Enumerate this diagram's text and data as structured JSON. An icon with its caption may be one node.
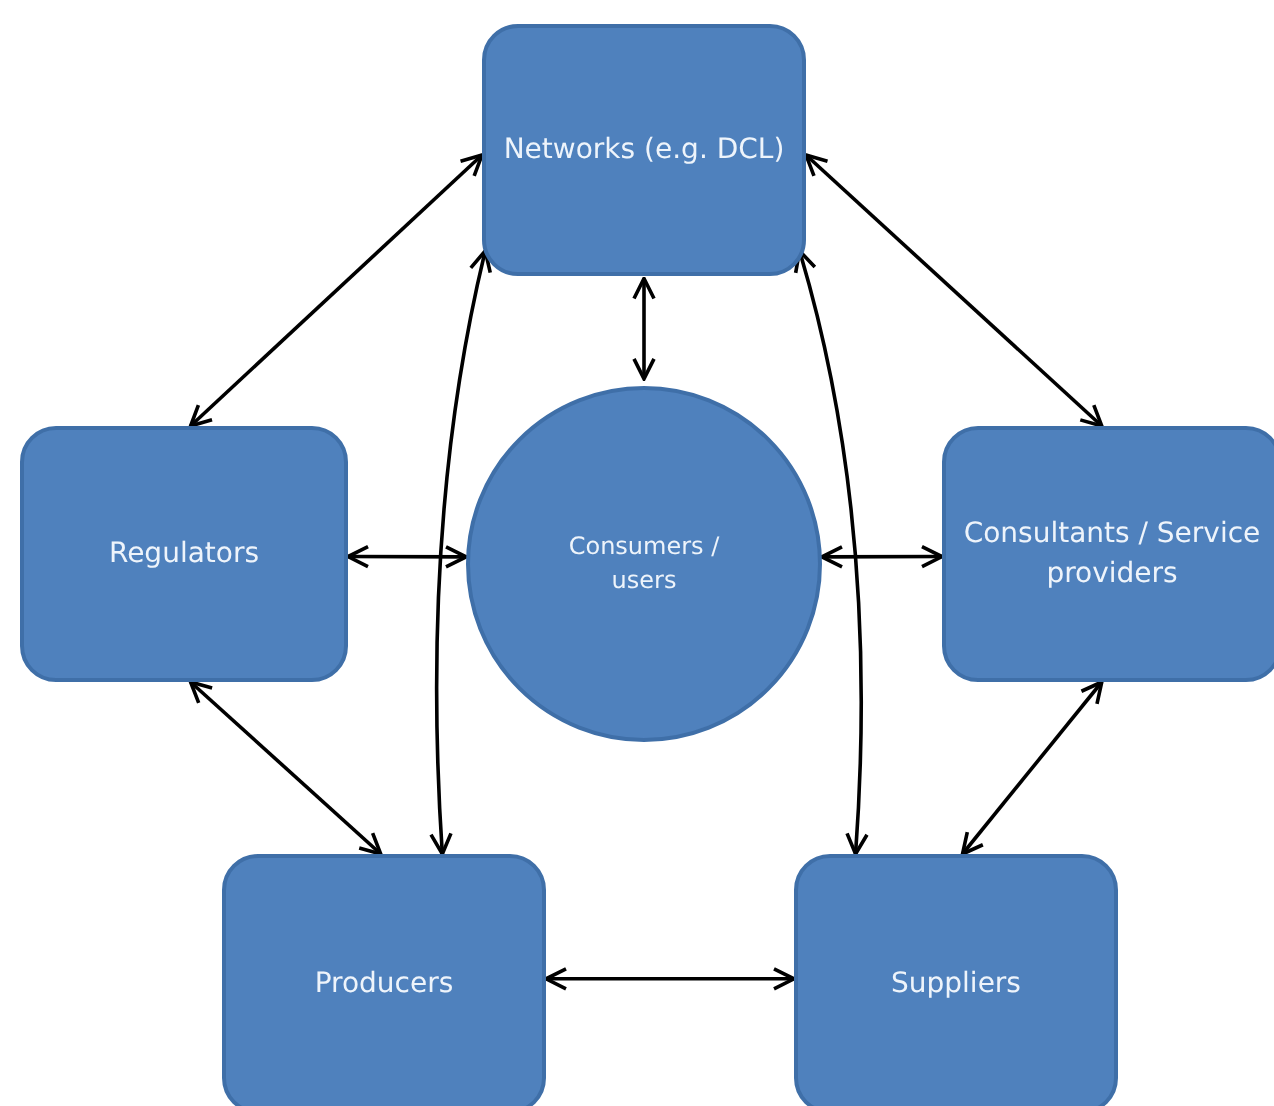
{
  "diagram": {
    "nodes": [
      {
        "text": [
          "Networks (e.g. DCL)"
        ]
      },
      {
        "text": [
          "Regulators"
        ]
      },
      {
        "text": [
          "Consumers / users"
        ]
      },
      {
        "text": [
          "Consultants / Service providers"
        ]
      },
      {
        "text": [
          "Producers"
        ]
      },
      {
        "text": [
          "Suppliers"
        ]
      }
    ],
    "edges": [
      {
        "from": 0,
        "to": 1,
        "arrow": "both"
      },
      {
        "from": 0,
        "to": 3,
        "arrow": "both"
      },
      {
        "from": 0,
        "to": 2,
        "arrow": "both"
      },
      {
        "from": 0,
        "to": 4,
        "arrow": "both"
      },
      {
        "from": 0,
        "to": 5,
        "arrow": "both"
      },
      {
        "from": 1,
        "to": 2,
        "arrow": "both"
      },
      {
        "from": 2,
        "to": 3,
        "arrow": "both"
      },
      {
        "from": 1,
        "to": 4,
        "arrow": "both"
      },
      {
        "from": 3,
        "to": 5,
        "arrow": "both"
      },
      {
        "from": 4,
        "to": 5,
        "arrow": "both"
      }
    ]
  }
}
